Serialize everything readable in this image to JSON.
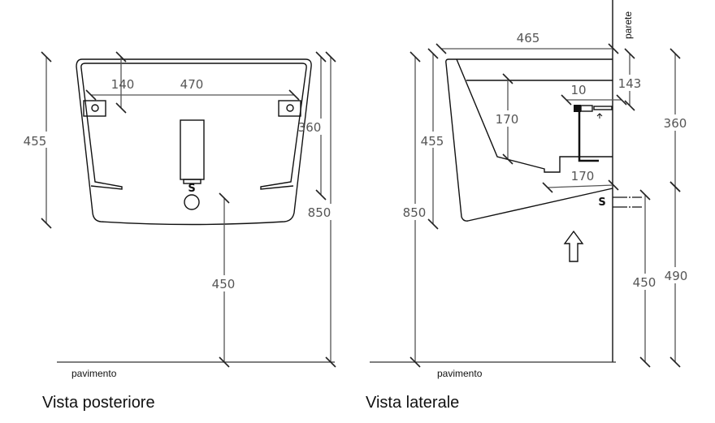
{
  "posterior": {
    "title": "Vista posteriore",
    "floor_label": "pavimento",
    "dims": {
      "width_fixing": "470",
      "fixing_height": "140",
      "height_body": "455",
      "height_fixing": "360",
      "height_total": "850",
      "drain_height": "450"
    },
    "drain_symbol": "S"
  },
  "lateral": {
    "title": "Vista laterale",
    "floor_label": "pavimento",
    "wall_label": "parete",
    "dims": {
      "depth": "465",
      "bowl_depth": "170",
      "valve_offset": "10",
      "valve_height": "143",
      "drain_distance": "170",
      "height_body": "455",
      "height_total": "850",
      "height_top": "360",
      "height_bottom": "490",
      "drain_height": "450"
    },
    "drain_symbol": "S"
  }
}
